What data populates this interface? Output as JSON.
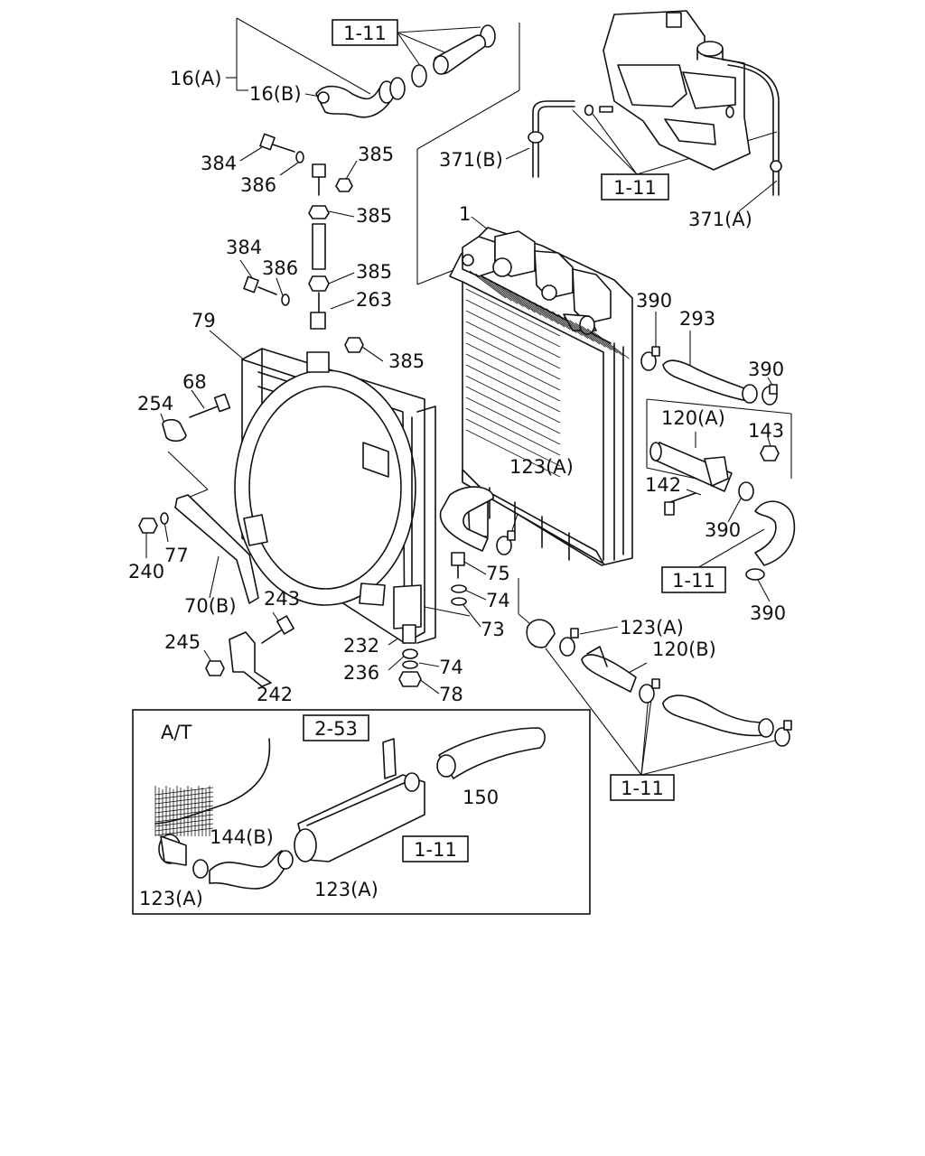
{
  "diagram": {
    "refs": {
      "r_top": "1-11",
      "r_tank": "1-11",
      "r_right": "1-11",
      "r_bottom": "1-11",
      "r_at": "1-11",
      "r_253": "2-53"
    },
    "labels": {
      "l16a": "16(A)",
      "l16b": "16(B)",
      "l384a": "384",
      "l386a": "386",
      "l385a": "385",
      "l385b": "385",
      "l384b": "384",
      "l386b": "386",
      "l385c": "385",
      "l263": "263",
      "l385d": "385",
      "l371b": "371(B)",
      "l371a": "371(A)",
      "l1": "1",
      "l390a": "390",
      "l293": "293",
      "l390b": "390",
      "l120a": "120(A)",
      "l143": "143",
      "l142": "142",
      "l390c": "390",
      "l390d": "390",
      "l79": "79",
      "l68": "68",
      "l254": "254",
      "l123a1": "123(A)",
      "l75": "75",
      "l74a": "74",
      "l73": "73",
      "l240": "240",
      "l77": "77",
      "l70b": "70(B)",
      "l243": "243",
      "l245": "245",
      "l242": "242",
      "l232": "232",
      "l236": "236",
      "l74b": "74",
      "l78": "78",
      "l123a2": "123(A)",
      "l120b": "120(B)",
      "l150": "150",
      "l144b": "144(B)",
      "l123a3": "123(A)",
      "l123a4": "123(A)"
    },
    "inset": {
      "title": "A/T"
    }
  }
}
